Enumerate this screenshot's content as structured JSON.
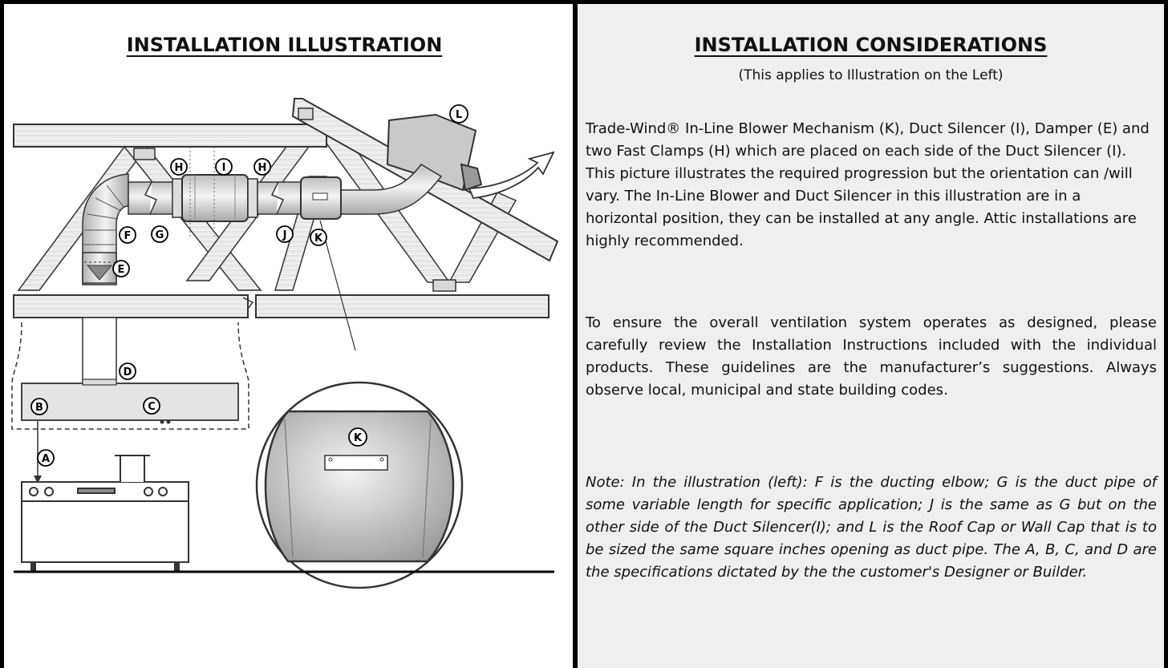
{
  "illustration": {
    "heading": "INSTALLATION ILLUSTRATION",
    "callouts": [
      "A",
      "B",
      "C",
      "D",
      "E",
      "F",
      "G",
      "H",
      "I",
      "J",
      "K",
      "L"
    ]
  },
  "considerations": {
    "heading": "INSTALLATION CONSIDERATIONS",
    "subheading": "(This applies to Illustration on the Left)",
    "paragraph_1": "Trade-Wind® In-Line Blower Mechanism (K), Duct Silencer (I), Damper (E) and two Fast Clamps (H) which are placed on each side of the Duct Silencer (I). This picture illustrates the required progression but the orientation can /will vary. The In-Line Blower and Duct Silencer in this illustration are in a horizontal position, they can be installed at any angle. Attic installations are highly recommended.",
    "paragraph_2": "To ensure the overall ventilation system operates as designed, please carefully review the Installation Instructions included with the individual products. These guidelines are the manufacturer’s suggestions. Always observe local, municipal and state building codes.",
    "note": "Note: In the illustration (left): F is the ducting elbow; G is the duct pipe of some variable length for specific application; J is the same as G but on the other side of the Duct Silencer(I); and L is the Roof Cap or Wall Cap that is to be sized the same square inches opening as duct pipe. The A, B, C, and D are the specifications dictated by the the customer's Designer or Builder."
  }
}
